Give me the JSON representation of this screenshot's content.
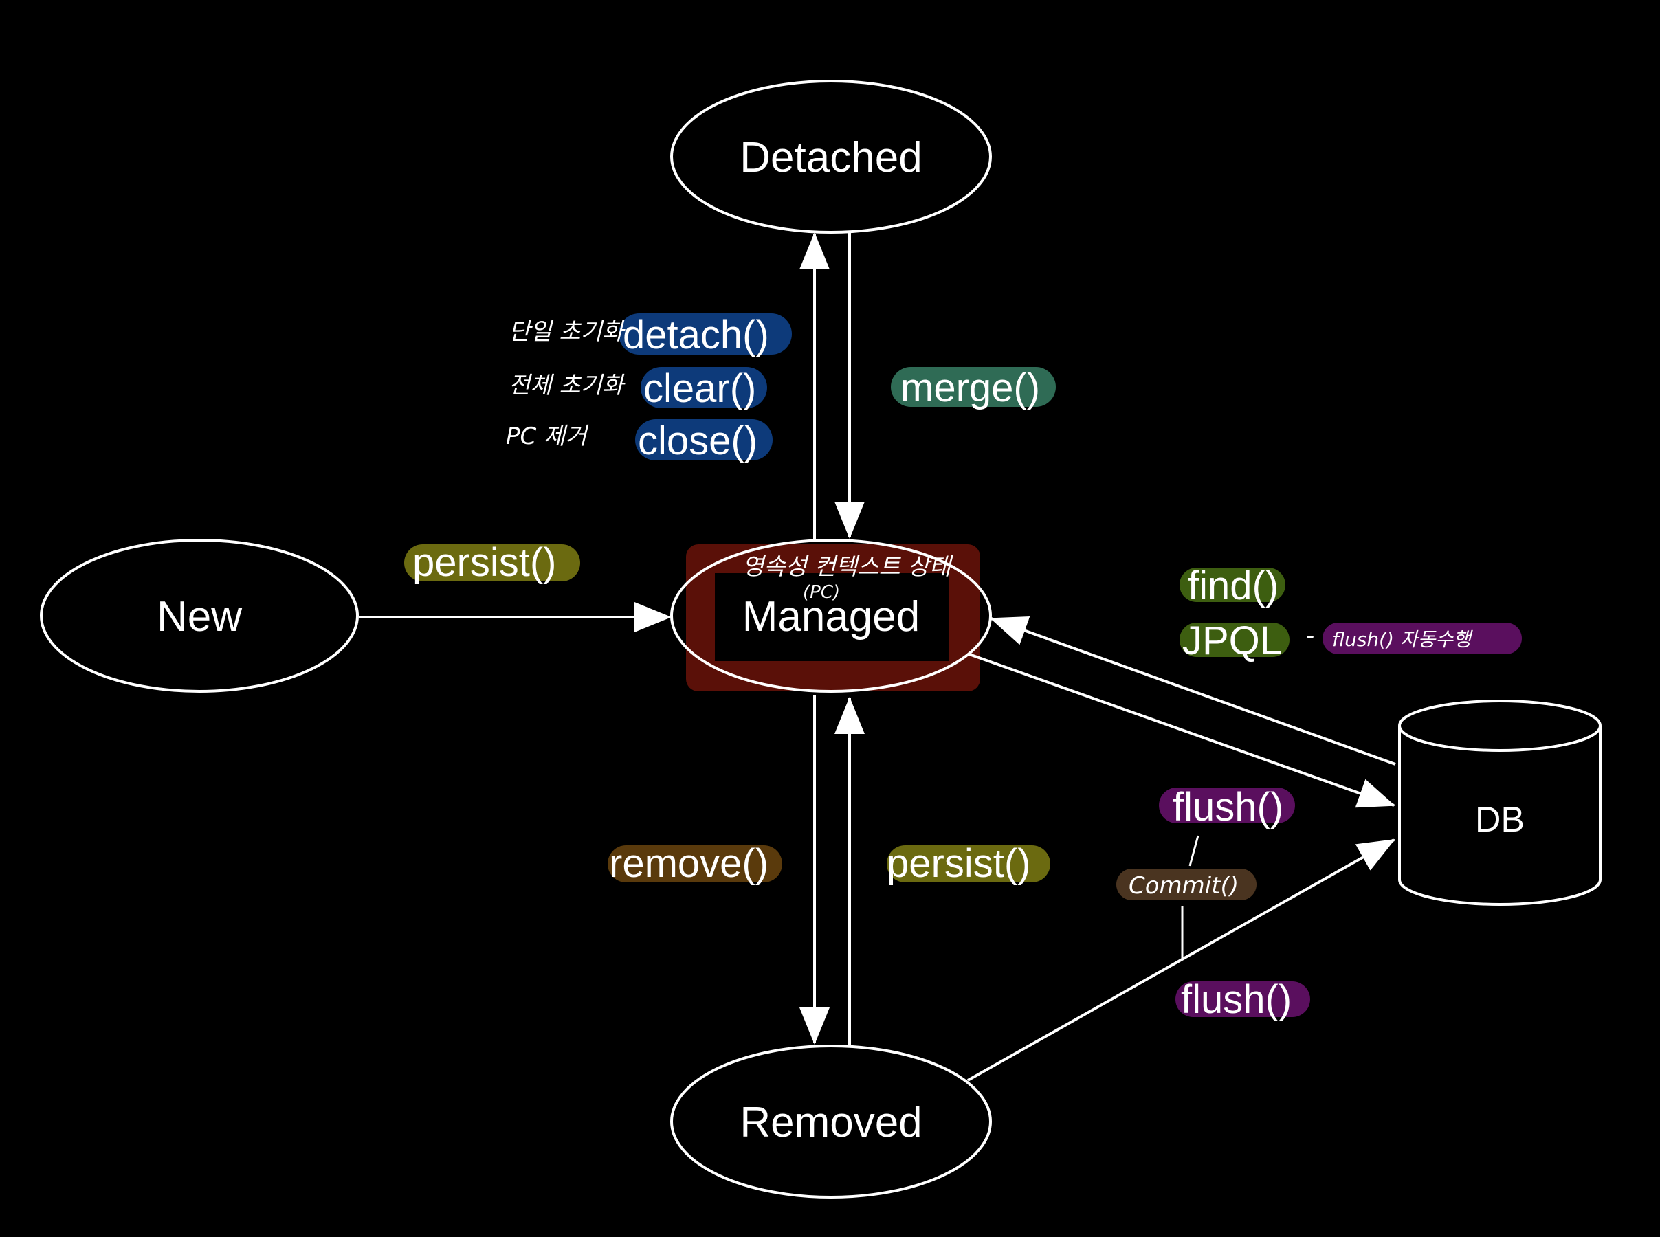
{
  "states": {
    "detached": "Detached",
    "new": "New",
    "managed": "Managed",
    "removed": "Removed",
    "db": "DB"
  },
  "transitions": {
    "detach": "detach()",
    "clear": "clear()",
    "close": "close()",
    "merge": "merge()",
    "persist_new": "persist()",
    "find": "find()",
    "jpql": "JPQL",
    "flush_top": "flush()",
    "commit": "Commit()",
    "flush_bottom": "flush()",
    "remove": "remove()",
    "persist_removed": "persist()"
  },
  "handwritten_notes": {
    "detach_note": "단일 초기화",
    "clear_note": "전체 초기화",
    "close_note": "PC 제거",
    "persistence_context": "영속성 컨텍스트 상태",
    "pc": "(PC)",
    "jpql_note": "- ",
    "jpql_flush": "flush() 자동수행"
  },
  "colors": {
    "background": "#000000",
    "line": "#ffffff",
    "highlight_blue": "#0d3a7a",
    "highlight_teal": "#2f6b55",
    "highlight_olive": "#6b6a10",
    "highlight_green": "#3d5e10",
    "highlight_purple": "#5a0f5e",
    "highlight_brown": "#5a3a0c",
    "highlight_commit": "#4a3420",
    "managed_box": "#5a1008"
  }
}
